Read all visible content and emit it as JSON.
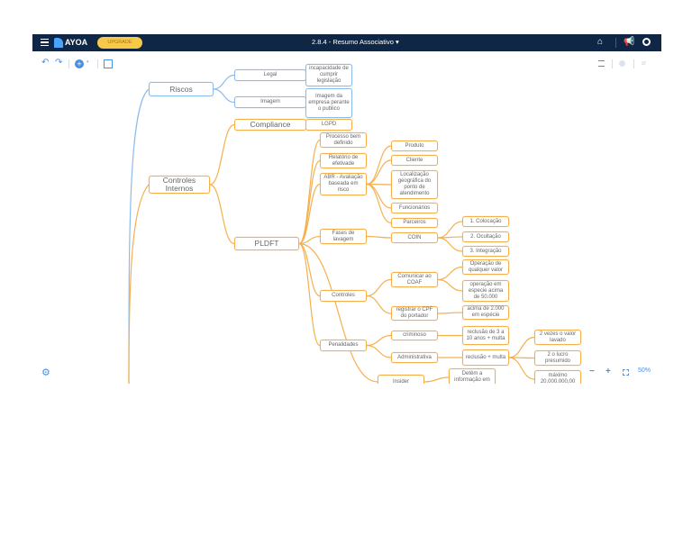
{
  "header": {
    "app_name": "AYOA",
    "upgrade_label": "UPGRADE",
    "title": "2.8.4 - Resumo Associativo",
    "title_caret": "▾",
    "bg_color": "#0f2745",
    "upgrade_color": "#f7c948"
  },
  "toolbar": {
    "undo": "undo-icon",
    "redo": "redo-icon",
    "add": "add-circle-icon",
    "select": "select-box-icon",
    "list": "list-view-icon",
    "comment": "comment-icon",
    "attach": "attachment-icon"
  },
  "zoom": {
    "minus": "−",
    "plus": "+",
    "level": "50%"
  },
  "colors": {
    "blue_branch": "#8cbcec",
    "orange_branch": "#f5b04d"
  },
  "nodes": {
    "riscos": "Riscos",
    "legal": "Legal",
    "imagem": "Imagem",
    "incapacidade": "incapacidade de cumprir legislação",
    "imagem_empresa": "Imagem da empresa perante o publico",
    "compliance": "Compliance",
    "lgpd": "LGPD",
    "controles_internos": "Controles Internos",
    "pldft": "PLDFT",
    "processo": "Processo bem definido",
    "relatorio": "Relatório de efetivade",
    "abr": "ABR - Avaliação baseada em risco",
    "fases": "Fases de lavagem",
    "controles": "Controles",
    "penalidades": "Penalidades",
    "produto": "Produto",
    "cliente": "Cliente",
    "localizacao": "Localização geográfica do ponto de atendimento",
    "funcionarios": "Funcionários",
    "parceiros": "Parceiros",
    "coin": "COIN",
    "colocacao": "1. Colocação",
    "ocultacao": "2. Ocultação",
    "integracao": "3. Integração",
    "comunicar": "Comunicar ao COAF",
    "op_qualquer": "Operação de qualquer valor",
    "op_especie": "operação em especie acima de 50.000",
    "registrar": "registrar o CPF do portador",
    "acima_2000": "acima de 2.000 em espécie",
    "criminoso": "criminoso",
    "reclusao_3": "reclusão de 3 a 10 anos + multa",
    "administrativa": "Administrativa",
    "reclusao_multa": "reclusão + multa",
    "vezes_valor": "2 vezes o valor lavado",
    "lucro": "2 o lucro presumido",
    "maximo": "máximo 20.000.000,00",
    "insider": "Insider",
    "detem": "Detêm a informação em"
  }
}
